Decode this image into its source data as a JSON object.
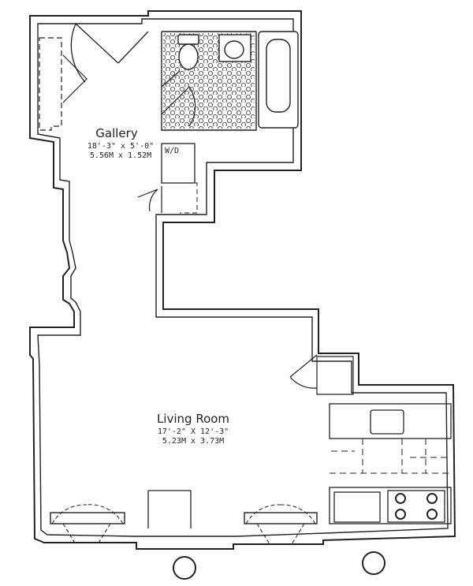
{
  "rooms": {
    "gallery": {
      "name": "Gallery",
      "dim_imperial": "18'-3\" x 5'-0\"",
      "dim_metric": "5.56M x 1.52M"
    },
    "living_room": {
      "name": "Living Room",
      "dim_imperial": "17'-2\" X 12'-3\"",
      "dim_metric": "5.23M x 3.73M"
    }
  },
  "closet_label": "W/D"
}
